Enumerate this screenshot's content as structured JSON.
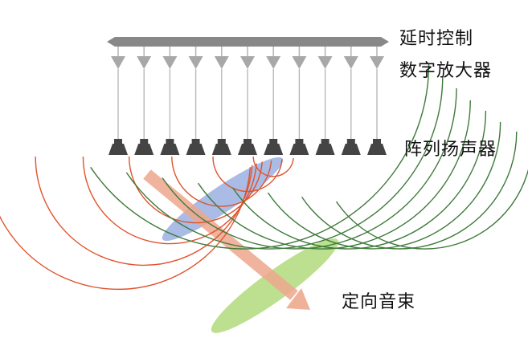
{
  "labels": {
    "delay_control": "延时控制",
    "digital_amplifier": "数字放大器",
    "speaker_array": "阵列扬声器",
    "directional_beam": "定向音束"
  },
  "elements": {
    "speaker_count": 11
  },
  "colors": {
    "bus_bar": "#888888",
    "amplifier": "#a8a8a8",
    "wire": "#b4b4b4",
    "speaker": "#444444",
    "red_wavefront": "#e0532d",
    "green_wavefront": "#3e7a3a",
    "blue_focus": "#8ea6dc",
    "green_focus": "#a6d66a",
    "beam_arrow": "#eea88e"
  }
}
